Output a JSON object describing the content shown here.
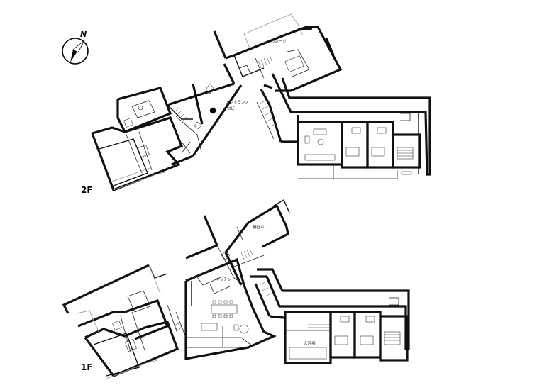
{
  "floors": {
    "upper": {
      "label": "2F"
    },
    "lower": {
      "label": "1F"
    }
  },
  "compass": {
    "label": "N"
  },
  "rooms": {
    "garage": "ガレージ",
    "entrance_1": "エントランス",
    "entrance_2": "ロビー",
    "kitchen": "キッチン",
    "workshop": "勝社平",
    "bath": "大浴場"
  },
  "colors": {
    "wall": "#111111",
    "secondary": "#9a9a9a",
    "background": "#ffffff"
  }
}
